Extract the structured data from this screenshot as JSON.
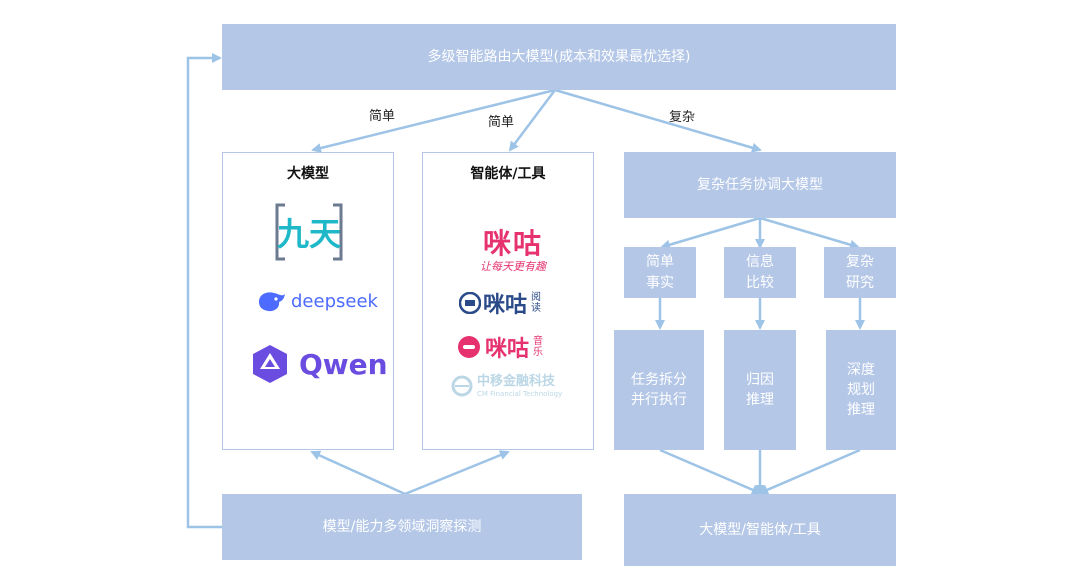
{
  "colors": {
    "box_fill": "#b4c7e7",
    "arrow": "#9dc3e6",
    "box_text": "#ffffff"
  },
  "top_router": "多级智能路由大模型(成本和效果最优选择)",
  "branch_labels": {
    "simple_left": "简单",
    "simple_mid": "简单",
    "complex": "复杂"
  },
  "panels": {
    "models": {
      "title": "大模型",
      "logos": [
        {
          "icon": "jiutian-logo",
          "text": "九天"
        },
        {
          "icon": "deepseek-whale-icon",
          "text": "deepseek"
        },
        {
          "icon": "qwen-star-icon",
          "text": "Qwen"
        }
      ]
    },
    "agents": {
      "title": "智能体/工具",
      "logos": [
        {
          "icon": "migu-logo",
          "text": "咪咕",
          "sub": "让每天更有趣"
        },
        {
          "icon": "migu-reading-logo",
          "text": "咪咕",
          "sub": "阅读"
        },
        {
          "icon": "migu-music-logo",
          "text": "咪咕",
          "sub": "音乐"
        },
        {
          "icon": "cm-finance-logo",
          "text": "中移金融科技",
          "sub": "CM Financial Technology"
        }
      ]
    }
  },
  "complex_coordinator": "复杂任务协调大模型",
  "subtasks": [
    {
      "label": "简单\n事实",
      "result": "任务拆分\n并行执行"
    },
    {
      "label": "信息\n比较",
      "result": "归因\n推理"
    },
    {
      "label": "复杂\n研究",
      "result": "深度\n规划\n推理"
    }
  ],
  "probe_box": "模型/能力多领域洞察探测",
  "output_box": "大模型/智能体/工具"
}
